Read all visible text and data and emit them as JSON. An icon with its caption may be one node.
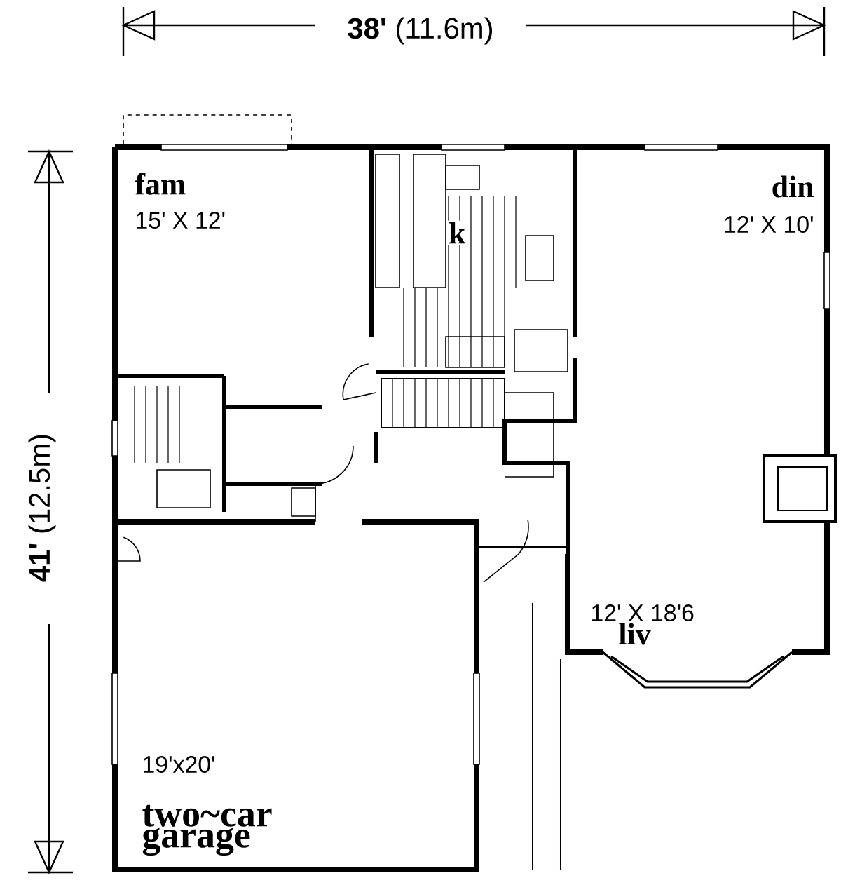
{
  "diagram": {
    "labels": [
      "**38'** (11.6m)",
      "fam",
      "15' X 12'",
      "k",
      "din",
      "12' X 10'",
      "**41'** (12.5m)",
      "12' X 18'6",
      "liv",
      "19'x20'",
      "two~car garage"
    ]
  }
}
